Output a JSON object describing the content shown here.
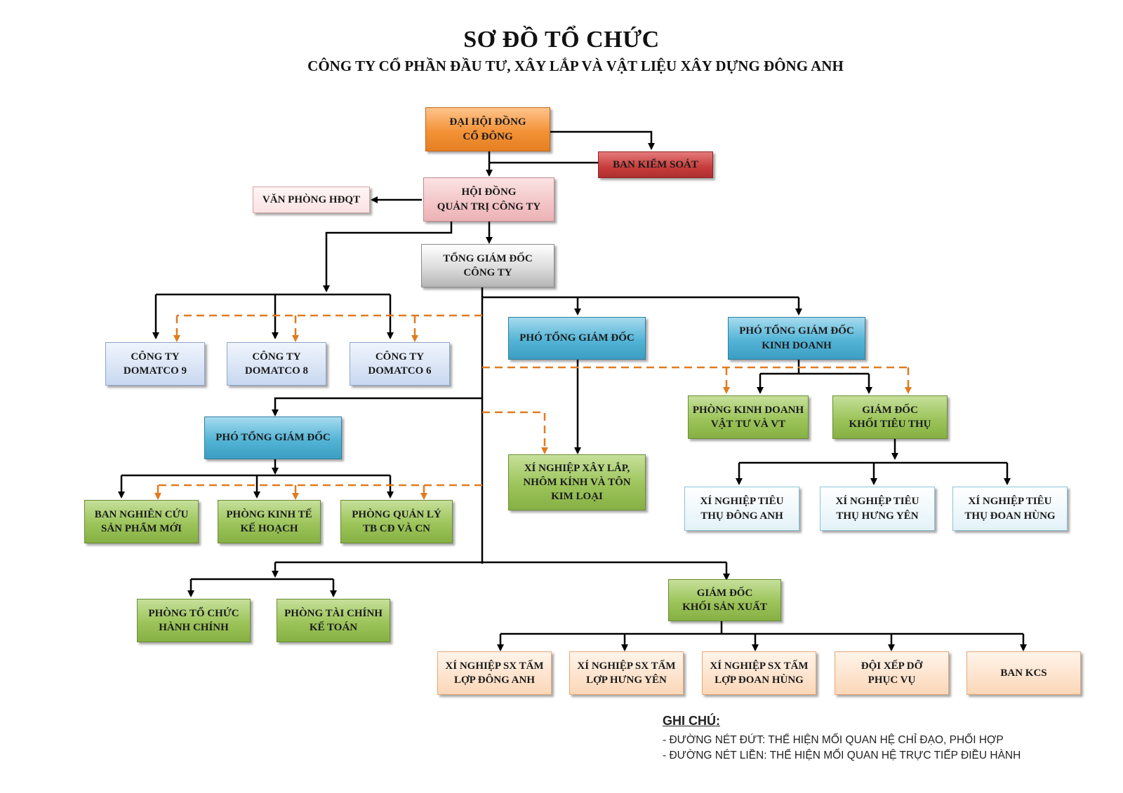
{
  "title": "SƠ ĐỒ TỔ CHỨC",
  "subtitle": "CÔNG TY CỔ PHẦN ĐẦU TƯ, XÂY LẮP VÀ VẬT LIỆU XÂY DỰNG ĐÔNG ANH",
  "nodes": {
    "dhdcd": "ĐẠI HỘI ĐỒNG\nCỔ ĐÔNG",
    "bks": "BAN KIỂM SOÁT",
    "hdqt": "HỘI ĐỒNG\nQUẢN TRỊ CÔNG TY",
    "vphdqt": "VĂN PHÒNG HĐQT",
    "tgd": "TỔNG GIÁM ĐỐC\nCÔNG TY",
    "dom9": "CÔNG TY\nDOMATCO 9",
    "dom8": "CÔNG TY\nDOMATCO 8",
    "dom6": "CÔNG TY\nDOMATCO 6",
    "ptgd_mid": "PHÓ TỔNG GIÁM ĐỐC",
    "ptgd_kd": "PHÓ TỔNG GIÁM ĐỐC\nKINH DOANH",
    "pkd_vt": "PHÒNG KINH DOANH\nVẬT TƯ VÀ VT",
    "gd_ktt": "GIÁM ĐỐC\nKHỐI TIÊU THỤ",
    "ptgd_left": "PHÓ TỔNG GIÁM ĐỐC",
    "xn_xaylap": "XÍ NGHIỆP XÂY LẮP,\nNHÔM KÍNH VÀ TÔN\nKIM LOẠI",
    "ban_nc": "BAN NGHIÊN CỨU\nSẢN PHẨM MỚI",
    "p_kth": "PHÒNG KINH TẾ\nKẾ HOẠCH",
    "p_ql": "PHÒNG QUẢN LÝ\nTB CĐ VÀ CN",
    "xn_tt_da": "XÍ NGHIỆP TIÊU\nTHỤ  ĐÔNG ANH",
    "xn_tt_hy": "XÍ NGHIỆP TIÊU\nTHỤ  HƯNG YÊN",
    "xn_tt_dh": "XÍ NGHIỆP TIÊU\nTHỤ  ĐOAN HÙNG",
    "p_tchc": "PHÒNG TỔ CHỨC\nHÀNH CHÍNH",
    "p_tckt": "PHÒNG TÀI CHÍNH\nKẾ TOÁN",
    "gd_ksx": "GIÁM ĐỐC\nKHỐI SẢN XUẤT",
    "xn_sx_da": "XÍ NGHIỆP SX TẤM\nLỢP ĐÔNG ANH",
    "xn_sx_hy": "XÍ NGHIỆP SX TẤM\nLỢP HƯNG YÊN",
    "xn_sx_dh": "XÍ NGHIỆP SX TẤM\nLỢP ĐOAN HÙNG",
    "doi_xd": "ĐỘI XẾP DỠ\nPHỤC VỤ",
    "ban_kcs": "BAN KCS"
  },
  "legend": {
    "title": "GHI CHÚ:",
    "dashed": "- ĐƯỜNG NÉT ĐỨT: THỂ HIỆN MỐI QUAN HỆ CHỈ ĐẠO, PHỐI HỢP",
    "solid": "- ĐƯỜNG NÉT LIỀN: THỂ HIỆN MỐI QUAN HỆ TRỰC TIẾP ĐIỀU HÀNH"
  },
  "colors": {
    "solid_line": "#000000",
    "dashed_line": "#e07b1f"
  }
}
